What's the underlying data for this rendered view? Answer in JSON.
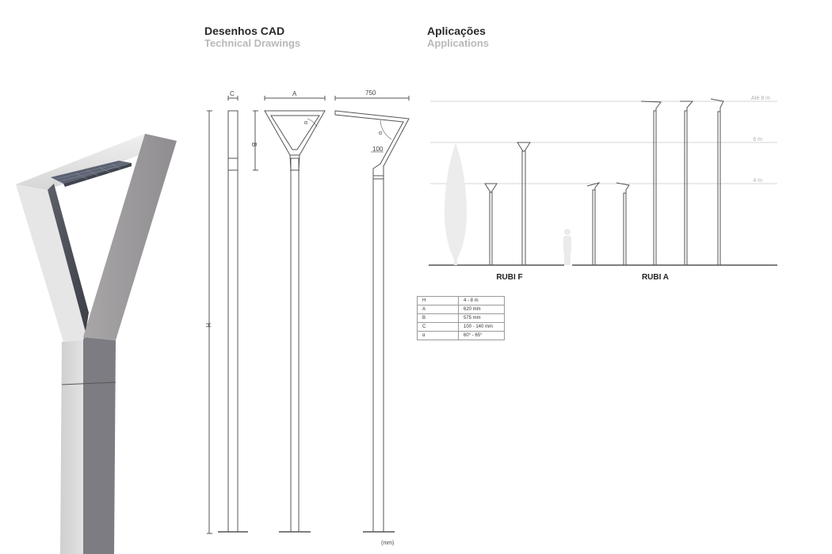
{
  "sections": {
    "cad": {
      "title": "Desenhos CAD",
      "subtitle": "Technical Drawings"
    },
    "apps": {
      "title": "Aplicações",
      "subtitle": "Applications"
    }
  },
  "drawing": {
    "dims": {
      "c": "C",
      "a": "A",
      "width_750": "750",
      "b": "B",
      "h": "H",
      "alpha_front": "α",
      "alpha_side": "α",
      "d100": "100"
    },
    "unit": "(mm)"
  },
  "applications": {
    "levels": [
      "Até 8 m",
      "6 m",
      "4 m"
    ],
    "groups": [
      "RUBI F",
      "RUBI A"
    ]
  },
  "specs": [
    {
      "key": "H",
      "value": "4 - 8 m"
    },
    {
      "key": "A",
      "value": "620 mm"
    },
    {
      "key": "B",
      "value": "575 mm"
    },
    {
      "key": "C",
      "value": "100 - 140 mm"
    },
    {
      "key": "α",
      "value": "60° - 65°"
    }
  ],
  "colors": {
    "pole_light": "#d9d9d9",
    "pole_mid": "#a3a2a4",
    "pole_dark": "#7b7a80",
    "line": "#555555",
    "guide": "#d6d6d6"
  }
}
